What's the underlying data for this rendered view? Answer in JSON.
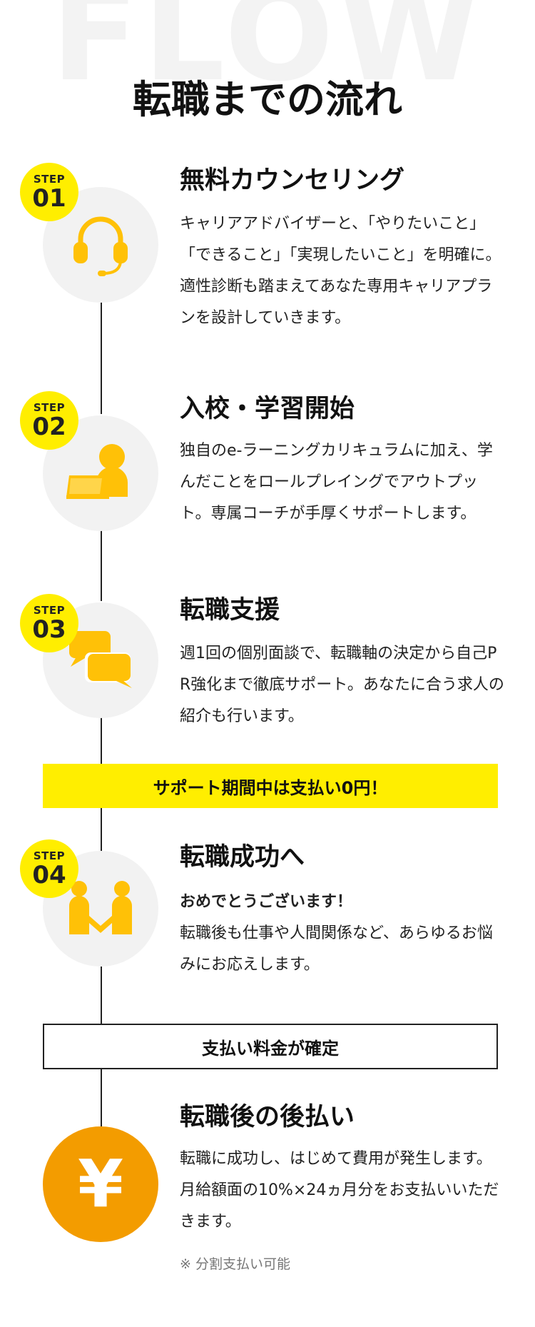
{
  "header": {
    "bg_word": "FLOW",
    "title": "転職までの流れ"
  },
  "badge_label": "STEP",
  "colors": {
    "accent_yellow": "#ffee00",
    "icon_yellow": "#ffc107",
    "orange": "#f39c00",
    "circle_gray": "#f2f2f2"
  },
  "steps": [
    {
      "num": "01",
      "icon": "headset-icon",
      "title": "無料カウンセリング",
      "desc": "キャリアアドバイザーと、「やりたいこと」「できること」「実現したいこと」を明確に。適性診断も踏まえてあなた専用キャリアプランを設計していきます。"
    },
    {
      "num": "02",
      "icon": "laptop-user-icon",
      "title": "入校・学習開始",
      "desc": "独自のe-ラーニングカリキュラムに加え、学んだことをロールプレイングでアウトプット。専属コーチが手厚くサポートします。"
    },
    {
      "num": "03",
      "icon": "chat-bubbles-icon",
      "title": "転職支援",
      "desc": "週1回の個別面談で、転職軸の決定から自己PR強化まで徹底サポート。あなたに合う求人の紹介も行います。"
    },
    {
      "num": "04",
      "icon": "handshake-icon",
      "title": "転職成功へ",
      "lead": "おめでとうございます！",
      "desc": "転職後も仕事や人間関係など、あらゆるお悩みにお応えします。"
    }
  ],
  "banner_support": "サポート期間中は支払い0円！",
  "box_payment": "支払い料金が確定",
  "final": {
    "icon": "yen-icon",
    "yen_symbol": "¥",
    "title": "転職後の後払い",
    "desc": "転職に成功し、はじめて費用が発生します。月給額面の10%×24ヵ月分をお支払いいただきます。",
    "note": "※ 分割支払い可能"
  }
}
